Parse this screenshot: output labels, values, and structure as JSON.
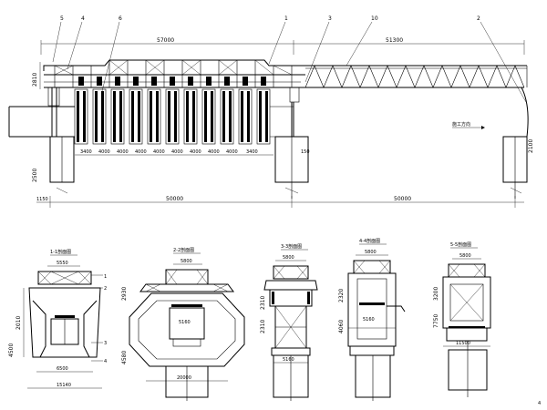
{
  "callouts": [
    "5",
    "4",
    "6",
    "1",
    "3",
    "10",
    "2"
  ],
  "top_dims": {
    "left_span": "57000",
    "right_span": "51300",
    "left_height": "2810",
    "segments": [
      "3400",
      "4000",
      "4000",
      "4000",
      "4000",
      "4000",
      "4000",
      "4000",
      "4000",
      "3400"
    ],
    "gap_small": "150",
    "pier_right_h": "2100",
    "pier_left_h": "2500",
    "edge_left": "1150",
    "bottom_left": "50000",
    "bottom_right": "50000",
    "direction_label": "施工方向"
  },
  "sections": [
    {
      "title": "1-1剖面图",
      "top": "5550",
      "left_h1": "2010",
      "left_h2": "4500",
      "bottom": "6500",
      "base": "15140",
      "callouts": [
        "1",
        "2",
        "3",
        "4"
      ]
    },
    {
      "title": "2-2剖面图",
      "top": "5800",
      "left": "2930",
      "mid": "5160",
      "bottom": "20000",
      "left_h": "4580"
    },
    {
      "title": "3-3剖面图",
      "top": "5800",
      "left_a": "2310",
      "left_b": "2310",
      "bottom": "5160"
    },
    {
      "title": "4-4剖面图",
      "top": "5800",
      "left_a": "2320",
      "left_b": "4060",
      "mid": "5160"
    },
    {
      "title": "5-5剖面图",
      "top": "5800",
      "left_h": "7750",
      "left_h2": "3200",
      "bottom": "11500"
    }
  ],
  "page_mark": "4"
}
